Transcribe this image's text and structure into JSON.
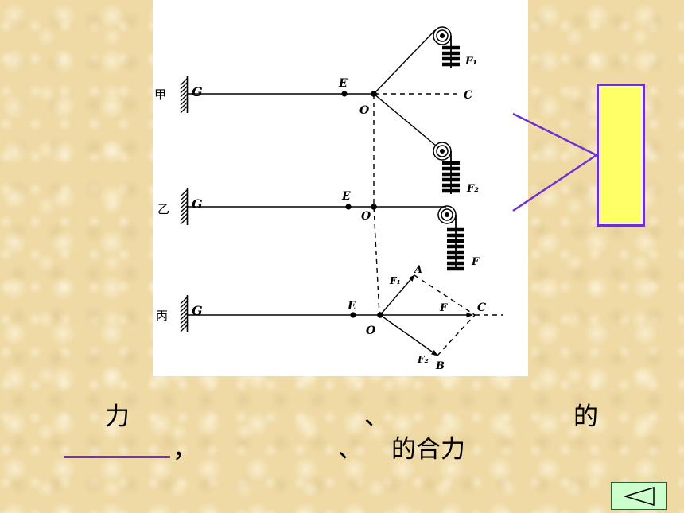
{
  "diagram": {
    "jia": {
      "label": "甲",
      "wall": "G",
      "point_e": "E",
      "point_o": "O",
      "point_c": "C",
      "force_1": "F₁",
      "force_2": "F₂"
    },
    "yi": {
      "label": "乙",
      "wall": "G",
      "point_e": "E",
      "point_o": "O",
      "force": "F"
    },
    "bing": {
      "label": "丙",
      "wall": "G",
      "point_e": "E",
      "point_o": "O",
      "point_a": "A",
      "point_b": "B",
      "point_c": "C",
      "force_1": "F₁",
      "force_2": "F₂",
      "force_resultant": "F"
    }
  },
  "caption": {
    "line1": [
      "力",
      "、",
      "的"
    ],
    "line2": [
      "，",
      "、",
      "的合力"
    ]
  },
  "navigation": {
    "back_icon": "left-triangle-icon"
  },
  "colors": {
    "background": "#efdaa6",
    "diagram_background": "#ffffff",
    "accent_purple": "#7030d0",
    "callout_fill": "#ffff66",
    "nav_fill": "#ccffcc",
    "nav_border": "#2f5f2f",
    "ink": "#000000"
  }
}
